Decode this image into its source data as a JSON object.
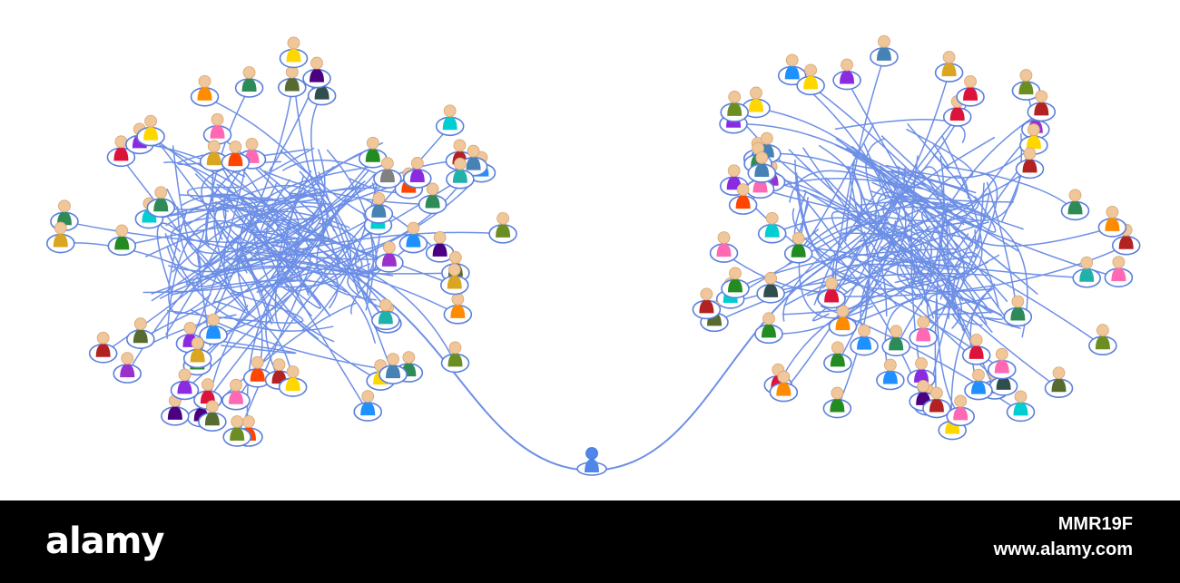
{
  "scene": {
    "description_colors": {
      "line": "#6d8fe6",
      "ring": "#5b7fdc",
      "skin": "#f0c79a",
      "skin_shade": "#d9a574",
      "central_figure": "#4f86e8",
      "background": "#ffffff"
    },
    "figure_body_colors": [
      "#2e8b57",
      "#8a2be2",
      "#1e90ff",
      "#ff8c00",
      "#228b22",
      "#dc143c",
      "#ffd700",
      "#4b0082",
      "#808080",
      "#20b2aa",
      "#ff69b4",
      "#556b2f",
      "#b22222",
      "#4682b4",
      "#daa520",
      "#2f4f4f",
      "#9932cc",
      "#ff4500",
      "#00ced1",
      "#6b8e23"
    ]
  },
  "footer": {
    "logo": "alamy",
    "image_id": "MMR19F",
    "url": "www.alamy.com",
    "bar_color": "#000000",
    "text_color": "#ffffff"
  }
}
